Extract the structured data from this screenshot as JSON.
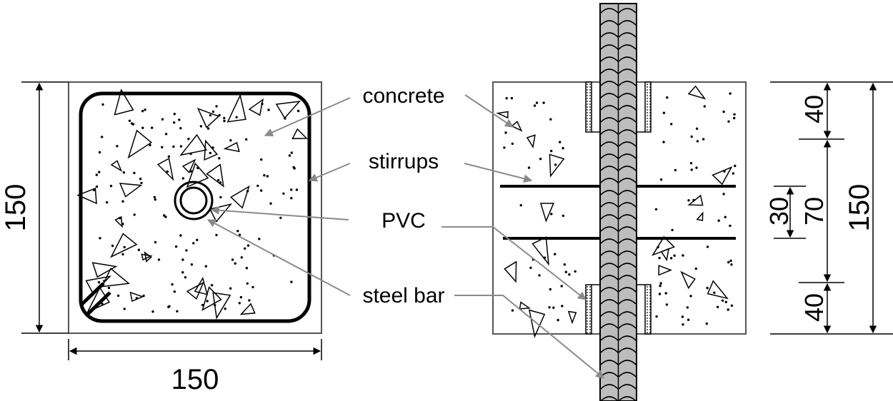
{
  "labels": {
    "concrete": "concrete",
    "stirrups": "stirrups",
    "pvc": "PVC",
    "steel_bar": "steel bar"
  },
  "dimensions": {
    "left_height": "150",
    "left_width": "150",
    "right_top": "40",
    "right_middle": "70",
    "right_inner": "30",
    "right_bottom": "40",
    "right_total": "150"
  },
  "colors": {
    "outline": "#000000",
    "leader": "#8a8a8a",
    "bar_fill": "#bdbdbd"
  }
}
